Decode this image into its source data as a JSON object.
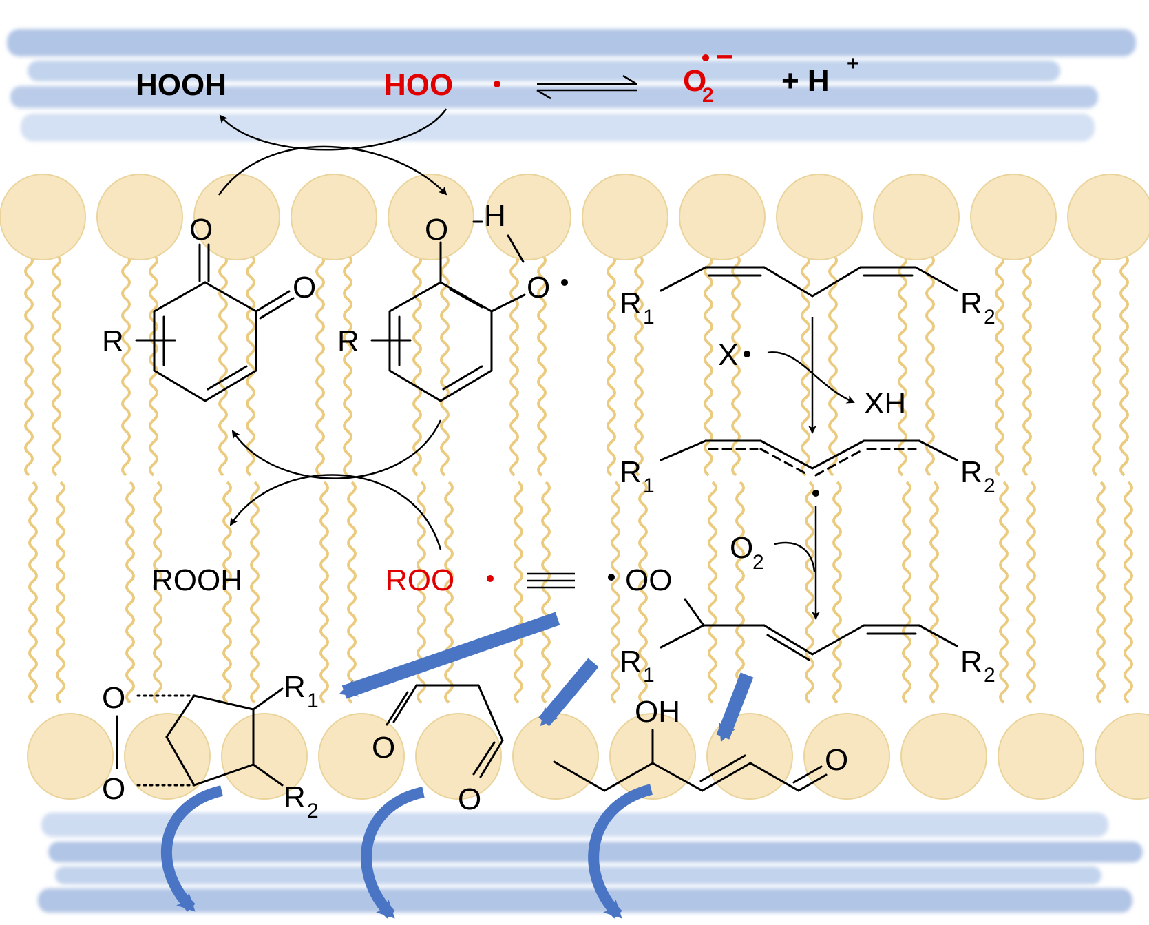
{
  "colors": {
    "water_band": "#a9bfe3",
    "lipid_head": "#f7e6c0",
    "lipid_head_stroke": "#ead49c",
    "lipid_tail": "#ebcb7f",
    "radical_red": "#e00000",
    "big_arrow_blue": "#4a75c4"
  },
  "top": {
    "hooh": "HOOH",
    "hoo_radical": "HOO",
    "superoxide": "O",
    "superoxide_sub": "2",
    "superoxide_charge": "–",
    "proton": "+ H",
    "proton_sup": "+"
  },
  "catechol": {
    "o_top": "O",
    "h": "H",
    "o_radical": "O",
    "r": "R"
  },
  "quinone": {
    "o1": "O",
    "o2": "O",
    "r": "R"
  },
  "peroxyl": {
    "rooh": "ROOH",
    "roo_radical": "ROO",
    "equiv": "≡",
    "oo_radical": "OO"
  },
  "lipid": {
    "r1": "R",
    "r1_sub": "1",
    "r2": "R",
    "r2_sub": "2",
    "x_radical": "X",
    "xh": "XH",
    "o2": "O",
    "o2_sub": "2"
  },
  "products": {
    "endo_o1": "O",
    "endo_o2": "O",
    "endo_r1": "R",
    "endo_r1_sub": "1",
    "endo_r2": "R",
    "endo_r2_sub": "2",
    "mda_o1": "O",
    "mda_o2": "O",
    "hne_oh": "OH",
    "hne_o": "O"
  }
}
